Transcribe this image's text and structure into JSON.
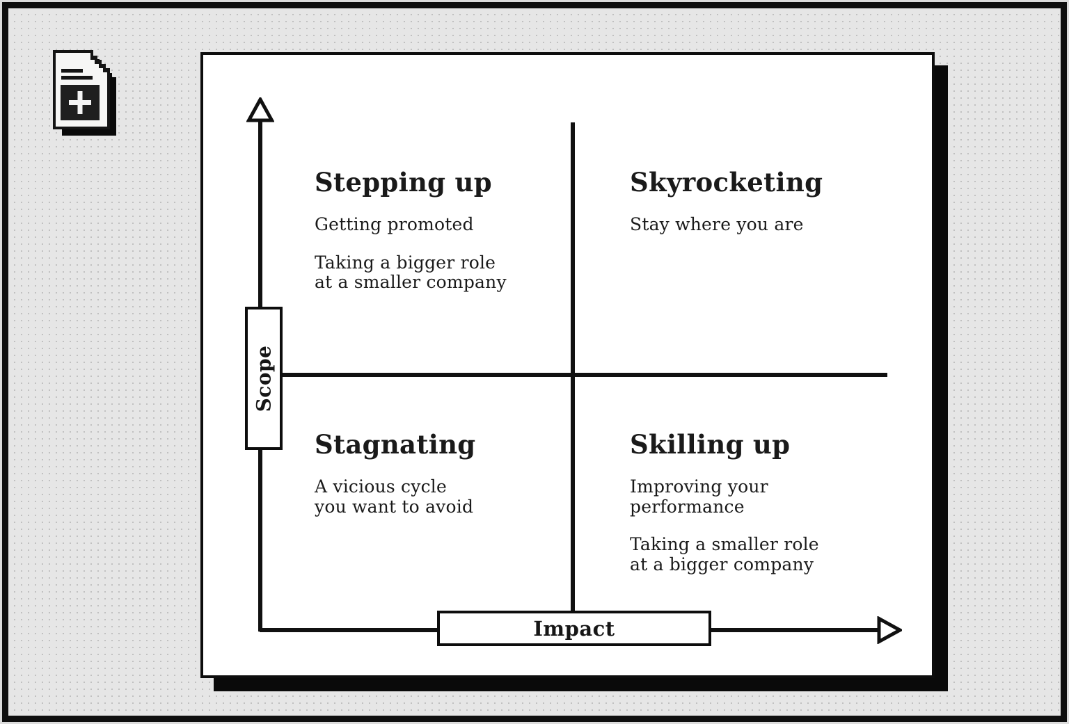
{
  "canvas": {
    "background_color": "#e6e6e6",
    "dot_color": "#c0c0c0",
    "frame_color": "#0f0f0f",
    "card_color": "#ffffff",
    "ink_color": "#111111"
  },
  "icons": {
    "new_document": "new-document-plus-icon",
    "up_arrow": "arrow-up-icon",
    "right_arrow": "arrow-right-icon"
  },
  "diagram": {
    "y_axis": {
      "label": "Scope"
    },
    "x_axis": {
      "label": "Impact"
    },
    "quadrants": {
      "top_left": {
        "title": "Stepping up",
        "items": [
          "Getting promoted",
          "Taking a bigger role\nat a smaller company"
        ]
      },
      "top_right": {
        "title": "Skyrocketing",
        "items": [
          "Stay where you are"
        ]
      },
      "bottom_left": {
        "title": "Stagnating",
        "items": [
          "A vicious cycle\nyou want to avoid"
        ]
      },
      "bottom_right": {
        "title": "Skilling up",
        "items": [
          "Improving your\nperformance",
          "Taking a smaller role\nat a bigger company"
        ]
      }
    }
  }
}
